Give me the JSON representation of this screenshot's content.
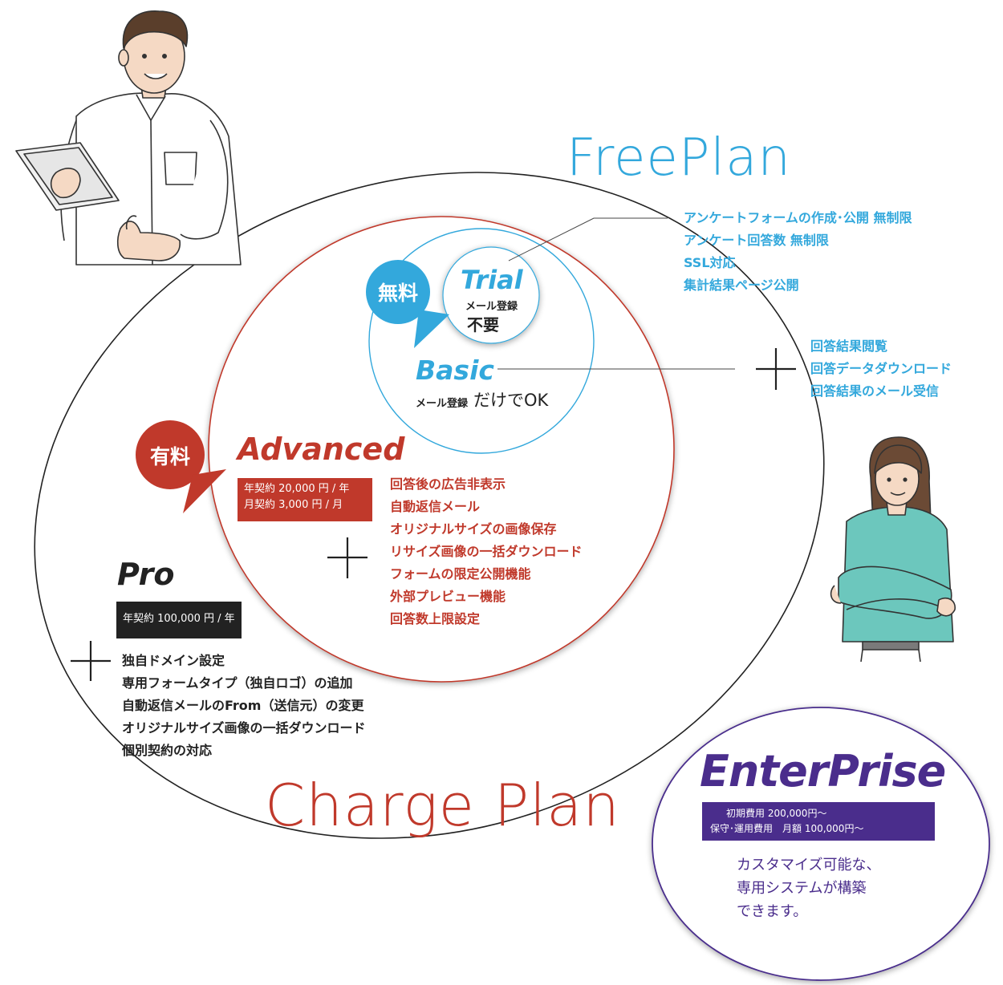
{
  "free_plan": {
    "title": "FreePlan",
    "badge": "無料",
    "trial": {
      "name": "Trial",
      "note_small": "メール登録",
      "note_large": "不要"
    },
    "basic": {
      "name": "Basic",
      "note_small": "メール登録",
      "note_large": "だけでOK"
    },
    "trial_features": [
      "アンケートフォームの作成･公開 無制限",
      "アンケート回答数 無制限",
      "SSL対応",
      "集計結果ページ公開"
    ],
    "basic_features": [
      "回答結果閲覧",
      "回答データダウンロード",
      "回答結果のメール受信"
    ]
  },
  "charge_plan": {
    "title": "Charge Plan",
    "badge": "有料",
    "advanced": {
      "name": "Advanced",
      "price_lines": [
        "年契約 20,000 円 / 年",
        "月契約 3,000 円 / 月"
      ],
      "features": [
        "回答後の広告非表示",
        "自動返信メール",
        "オリジナルサイズの画像保存",
        "リサイズ画像の一括ダウンロード",
        "フォームの限定公開機能",
        "外部プレビュー機能",
        "回答数上限設定"
      ]
    },
    "pro": {
      "name": "Pro",
      "price_lines": [
        "年契約 100,000 円 / 年"
      ],
      "features": [
        "独自ドメイン設定",
        "専用フォームタイプ（独自ロゴ）の追加",
        "自動返信メールのFrom（送信元）の変更",
        "オリジナルサイズ画像の一括ダウンロード",
        "個別契約の対応"
      ]
    }
  },
  "enterprise": {
    "name": "EnterPrise",
    "price_lines": [
      "初期費用 200,000円～",
      "保守･運用費用　月額 100,000円～"
    ],
    "description_lines": [
      "カスタマイズ可能な、",
      "専用システムが構築",
      "できます。"
    ]
  },
  "plus_symbol": "+",
  "colors": {
    "free": "#33a8dc",
    "advanced": "#c0392b",
    "pro": "#222222",
    "enterprise": "#4a2d8c",
    "man_shirt": "#ffffff",
    "woman_shirt": "#6cc7bd",
    "skin": "#f5d9c4",
    "hair": "#5a3e2b"
  },
  "icons": [
    "man-with-tablet-illustration",
    "woman-arms-crossed-illustration",
    "plus-icon"
  ]
}
